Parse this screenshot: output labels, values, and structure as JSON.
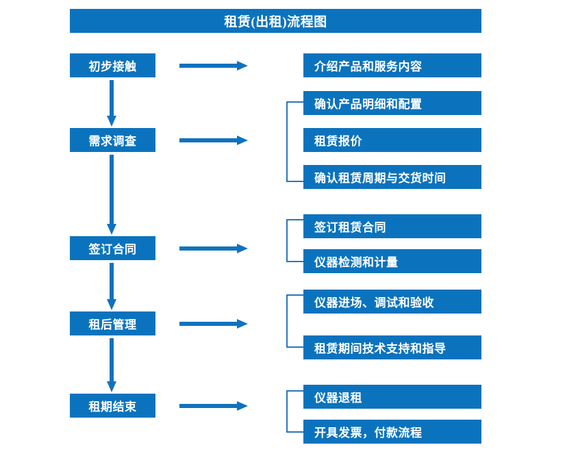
{
  "diagram": {
    "title": "租赁(出租)流程图",
    "colors": {
      "box_fill": "#0B73BE",
      "box_text": "#FFFFFF",
      "arrow": "#1072BE",
      "bracket": "#2E75B6",
      "background": "#FFFFFF"
    },
    "stages": [
      {
        "label": "初步接触"
      },
      {
        "label": "需求调查"
      },
      {
        "label": "签订合同"
      },
      {
        "label": "租后管理"
      },
      {
        "label": "租期结束"
      }
    ],
    "detail_groups": [
      {
        "stage": "初步接触",
        "bracketed": false,
        "items": [
          {
            "label": "介绍产品和服务内容"
          }
        ]
      },
      {
        "stage": "需求调查",
        "bracketed": true,
        "items": [
          {
            "label": "确认产品明细和配置"
          },
          {
            "label": "租赁报价"
          },
          {
            "label": "确认租赁周期与交货时间"
          }
        ]
      },
      {
        "stage": "签订合同",
        "bracketed": true,
        "items": [
          {
            "label": "签订租赁合同"
          },
          {
            "label": "仪器检测和计量"
          }
        ]
      },
      {
        "stage": "租后管理",
        "bracketed": true,
        "items": [
          {
            "label": "仪器进场、调试和验收"
          },
          {
            "label": "租赁期间技术支持和指导"
          }
        ]
      },
      {
        "stage": "租期结束",
        "bracketed": true,
        "items": [
          {
            "label": "仪器退租"
          },
          {
            "label": "开具发票，付款流程"
          }
        ]
      }
    ],
    "connectors": {
      "vertical_arrow_count": 4,
      "horizontal_arrow_count": 5,
      "vertical_arrow_direction": "down",
      "horizontal_arrow_direction": "right"
    }
  }
}
